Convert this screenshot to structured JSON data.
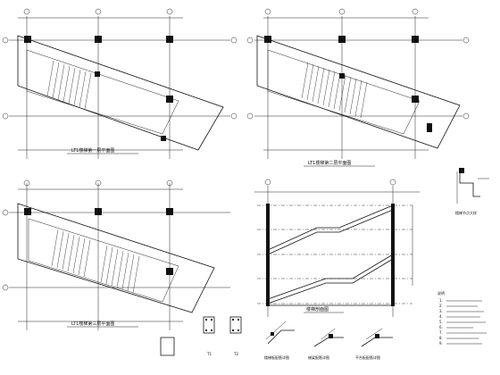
{
  "drawing": {
    "plans": [
      {
        "id": "plan-1",
        "title": "LT1楼梯第一层平面图"
      },
      {
        "id": "plan-2",
        "title": "LT1楼梯第二层平面图"
      },
      {
        "id": "plan-3",
        "title": "LT1楼梯第三层平面图"
      }
    ],
    "section": {
      "id": "section-1",
      "title": "楼梯剖面图"
    },
    "detail_top_right": {
      "title": "楼梯节点大样"
    },
    "details_bottom": [
      {
        "label": "T1"
      },
      {
        "label": "T2"
      },
      {
        "label": "楼梯板配筋详图"
      },
      {
        "label": "梯梁配筋详图"
      },
      {
        "label": "平台板配筋详图"
      }
    ],
    "notes": {
      "heading": "说明",
      "lines": [
        "1.",
        "2.",
        "3.",
        "4.",
        "5.",
        "6.",
        "7.",
        "8.",
        "9."
      ]
    }
  }
}
